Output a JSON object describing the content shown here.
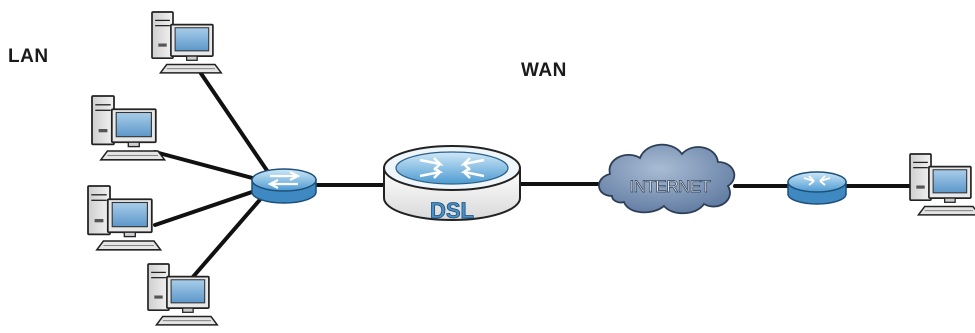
{
  "labels": {
    "lan": "LAN",
    "wan": "WAN",
    "dsl": "DSL",
    "internet": "INTERNET"
  },
  "colors": {
    "device_blue": "#5aa7d8",
    "device_blue_light": "#bfe0f5",
    "cloud": "#7f97b8",
    "pc_body": "#e6e6e6",
    "pc_screen": "#7fb3db",
    "link": "#111111"
  },
  "nodes": [
    {
      "id": "pc-1",
      "type": "computer",
      "zone": "lan"
    },
    {
      "id": "pc-2",
      "type": "computer",
      "zone": "lan"
    },
    {
      "id": "pc-3",
      "type": "computer",
      "zone": "lan"
    },
    {
      "id": "pc-4",
      "type": "computer",
      "zone": "lan"
    },
    {
      "id": "lan-switch",
      "type": "switch-icon",
      "zone": "lan"
    },
    {
      "id": "dsl-router",
      "type": "router-icon",
      "zone": "wan"
    },
    {
      "id": "internet-cloud",
      "type": "cloud-icon",
      "zone": "wan"
    },
    {
      "id": "remote-router",
      "type": "router-icon",
      "zone": "wan"
    },
    {
      "id": "remote-pc",
      "type": "computer",
      "zone": "wan"
    }
  ],
  "links": [
    [
      "pc-1",
      "lan-switch"
    ],
    [
      "pc-2",
      "lan-switch"
    ],
    [
      "pc-3",
      "lan-switch"
    ],
    [
      "pc-4",
      "lan-switch"
    ],
    [
      "lan-switch",
      "dsl-router"
    ],
    [
      "dsl-router",
      "internet-cloud"
    ],
    [
      "internet-cloud",
      "remote-router"
    ],
    [
      "remote-router",
      "remote-pc"
    ]
  ]
}
